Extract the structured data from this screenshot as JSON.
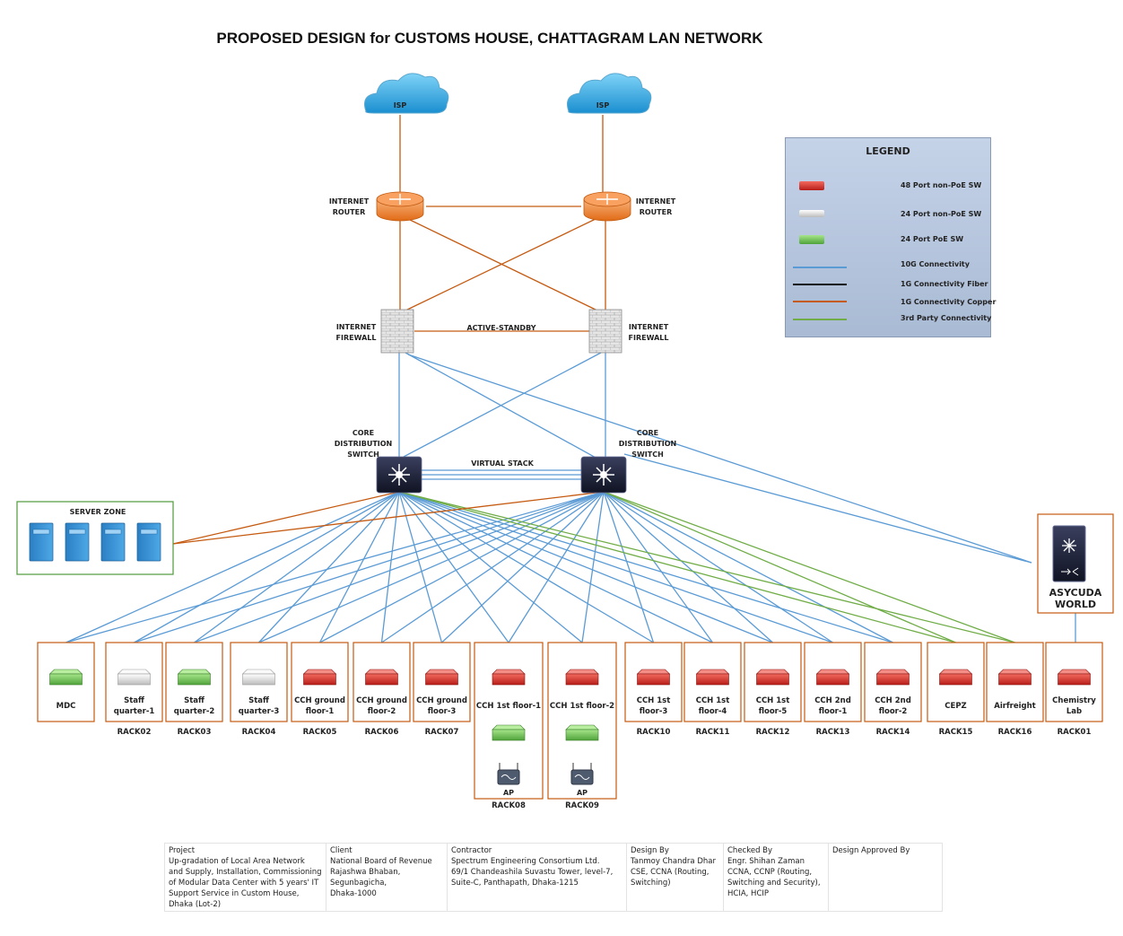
{
  "title": "PROPOSED DESIGN for CUSTOMS HOUSE, CHATTAGRAM LAN NETWORK",
  "colors": {
    "tenG": "#5b9bd5",
    "fiber": "#111111",
    "copper": "#c55a11",
    "thirdParty": "#70ad47",
    "rackBorder": "#c55a11",
    "serverZoneBorder": "#4e9a3a"
  },
  "isp": [
    {
      "label": "ISP",
      "icon": "cloud-icon"
    },
    {
      "label": "ISP",
      "icon": "cloud-icon"
    }
  ],
  "routers": [
    {
      "label": "INTERNET\nROUTER",
      "icon": "router-icon"
    },
    {
      "label": "INTERNET\nROUTER",
      "icon": "router-icon"
    }
  ],
  "firewalls": [
    {
      "label": "INTERNET\nFIREWALL",
      "icon": "firewall-icon"
    },
    {
      "label": "INTERNET\nFIREWALL",
      "icon": "firewall-icon"
    }
  ],
  "firewall_link_label": "ACTIVE-STANDBY",
  "core": [
    {
      "label": "CORE\nDISTRIBUTION\nSWITCH",
      "icon": "core-switch-icon"
    },
    {
      "label": "CORE\nDISTRIBUTION\nSWITCH",
      "icon": "core-switch-icon"
    }
  ],
  "core_link_label": "VIRTUAL STACK",
  "server_zone": {
    "label": "SERVER ZONE",
    "servers": 4,
    "icon": "server-icon"
  },
  "asycuda": {
    "label": "ASYCUDA\nWORLD",
    "icon": "core-switch-icon"
  },
  "racks": [
    {
      "label": "MDC",
      "rack": "",
      "type": "poe"
    },
    {
      "label": "Staff\nquarter-1",
      "rack": "RACK02",
      "type": "nonpoe24"
    },
    {
      "label": "Staff\nquarter-2",
      "rack": "RACK03",
      "type": "poe"
    },
    {
      "label": "Staff\nquarter-3",
      "rack": "RACK04",
      "type": "nonpoe24"
    },
    {
      "label": "CCH ground\nfloor-1",
      "rack": "RACK05",
      "type": "nonpoe48"
    },
    {
      "label": "CCH ground\nfloor-2",
      "rack": "RACK06",
      "type": "nonpoe48"
    },
    {
      "label": "CCH ground\nfloor-3",
      "rack": "RACK07",
      "type": "nonpoe48"
    },
    {
      "label": "CCH 1st floor-1",
      "rack": "RACK08",
      "type": "nonpoe48",
      "ap": "AP"
    },
    {
      "label": "CCH 1st floor-2",
      "rack": "RACK09",
      "type": "nonpoe48",
      "ap": "AP"
    },
    {
      "label": "CCH 1st\nfloor-3",
      "rack": "RACK10",
      "type": "nonpoe48"
    },
    {
      "label": "CCH 1st\nfloor-4",
      "rack": "RACK11",
      "type": "nonpoe48"
    },
    {
      "label": "CCH 1st\nfloor-5",
      "rack": "RACK12",
      "type": "nonpoe48"
    },
    {
      "label": "CCH 2nd\nfloor-1",
      "rack": "RACK13",
      "type": "nonpoe48"
    },
    {
      "label": "CCH 2nd\nfloor-2",
      "rack": "RACK14",
      "type": "nonpoe48"
    },
    {
      "label": "CEPZ",
      "rack": "RACK15",
      "type": "nonpoe48"
    },
    {
      "label": "Airfreight",
      "rack": "RACK16",
      "type": "nonpoe48"
    },
    {
      "label": "Chemistry\nLab",
      "rack": "RACK01",
      "type": "nonpoe48"
    }
  ],
  "legend": {
    "title": "LEGEND",
    "items": [
      {
        "label": "48 Port non-PoE SW",
        "kind": "switch",
        "color": "#d9322b"
      },
      {
        "label": "24 Port non-PoE SW",
        "kind": "switch",
        "color": "#e8e8e8"
      },
      {
        "label": "24 Port PoE SW",
        "kind": "switch",
        "color": "#7ccf5a"
      },
      {
        "label": "10G Connectivity",
        "kind": "line",
        "color": "#5b9bd5"
      },
      {
        "label": "1G Connectivity Fiber",
        "kind": "line",
        "color": "#111111"
      },
      {
        "label": "1G Connectivity Copper",
        "kind": "line",
        "color": "#c55a11"
      },
      {
        "label": "3rd Party Connectivity",
        "kind": "line",
        "color": "#70ad47"
      }
    ]
  },
  "footer": [
    {
      "head": "Project",
      "body": "Up-gradation of Local Area Network\nand Supply, Installation, Commissioning\nof Modular Data Center with 5 years' IT\nSupport Service in Custom House,\nDhaka (Lot-2)"
    },
    {
      "head": "Client",
      "body": "National Board of Revenue\nRajashwa Bhaban,\nSegunbagicha,\nDhaka-1000"
    },
    {
      "head": "Contractor",
      "body": "Spectrum Engineering Consortium Ltd.\n69/1 Chandeashila Suvastu Tower, level-7,\nSuite-C, Panthapath, Dhaka-1215"
    },
    {
      "head": "Design By",
      "body": "Tanmoy Chandra Dhar\nCSE, CCNA (Routing,\nSwitching)"
    },
    {
      "head": "Checked By",
      "body": "Engr. Shihan Zaman\nCCNA, CCNP (Routing,\nSwitching and Security),\nHCIA, HCIP"
    },
    {
      "head": "Design Approved By",
      "body": ""
    }
  ]
}
